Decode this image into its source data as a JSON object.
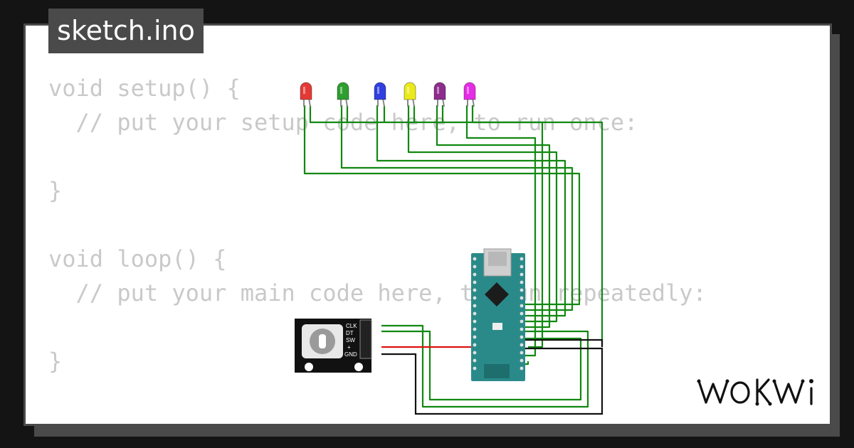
{
  "file_tab": {
    "name": "sketch.ino"
  },
  "code_lines": [
    "void setup() {",
    "  // put your setup code here, to run once:",
    "",
    "}",
    "",
    "void loop() {",
    "  // put your main code here, to run repeatedly:",
    "",
    "}"
  ],
  "leds": [
    {
      "color": "#e53935",
      "name": "red"
    },
    {
      "color": "#2e9e2e",
      "name": "green"
    },
    {
      "color": "#2f3fe0",
      "name": "blue"
    },
    {
      "color": "#eaea1a",
      "name": "yellow"
    },
    {
      "color": "#8e2c8e",
      "name": "purple"
    },
    {
      "color": "#e62ce6",
      "name": "magenta"
    }
  ],
  "encoder": {
    "pins": [
      "CLK",
      "DT",
      "SW",
      "+",
      "GND"
    ]
  },
  "colors": {
    "wire_green": "#118811",
    "wire_red": "#dd1111",
    "wire_black": "#111111",
    "board": "#2a8a8a",
    "code_text": "#c9c9c9",
    "frame": "#4a4a4a"
  },
  "brand": {
    "logo": "WOKWi"
  }
}
